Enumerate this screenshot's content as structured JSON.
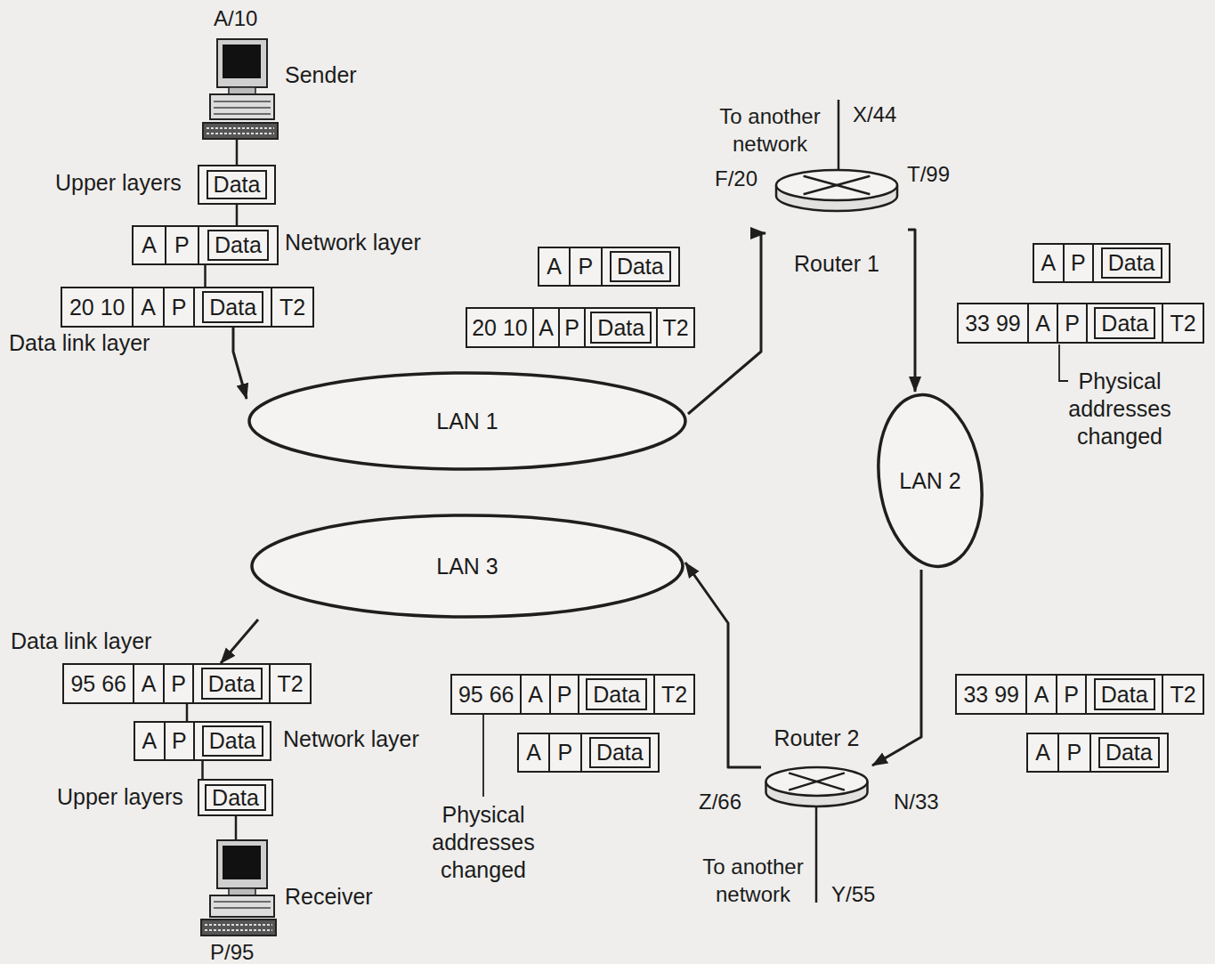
{
  "diagram": {
    "nodes": [
      {
        "text": [
          "Data"
        ]
      },
      {
        "text": [
          "A",
          "P",
          "Data"
        ]
      },
      {
        "text": [
          "20 10",
          "A",
          "P",
          "Data",
          "T2"
        ]
      },
      {
        "text": [
          "A",
          "P",
          "Data"
        ]
      },
      {
        "text": [
          "20 10",
          "A",
          "P",
          "Data",
          "T2"
        ]
      },
      {
        "text": [
          "Router 1"
        ]
      },
      {
        "text": [
          "A",
          "P",
          "Data"
        ]
      },
      {
        "text": [
          "33 99",
          "A",
          "P",
          "Data",
          "T2"
        ]
      },
      {
        "text": [
          "LAN 1"
        ]
      },
      {
        "text": [
          "LAN 2"
        ]
      },
      {
        "text": [
          "LAN 3"
        ]
      },
      {
        "text": [
          "95 66",
          "A",
          "P",
          "Data",
          "T2"
        ]
      },
      {
        "text": [
          "95 66",
          "A",
          "P",
          "Data",
          "T2"
        ]
      },
      {
        "text": [
          "33 99",
          "A",
          "P",
          "Data",
          "T2"
        ]
      },
      {
        "text": [
          "Router 2"
        ]
      },
      {
        "text": [
          "A",
          "P",
          "Data"
        ]
      },
      {
        "text": [
          "A",
          "P",
          "Data"
        ]
      },
      {
        "text": [
          "A",
          "P",
          "Data"
        ]
      },
      {
        "text": [
          "Data"
        ]
      }
    ],
    "edges": [
      {
        "from": 0,
        "to": 1,
        "arrow": "none"
      },
      {
        "from": 1,
        "to": 2,
        "arrow": "none"
      },
      {
        "from": 2,
        "to": 8,
        "arrow": "to"
      },
      {
        "from": 8,
        "to": 5,
        "arrow": "to"
      },
      {
        "from": 5,
        "to": 9,
        "arrow": "to"
      },
      {
        "from": 9,
        "to": 14,
        "arrow": "to"
      },
      {
        "from": 14,
        "to": 10,
        "arrow": "to"
      },
      {
        "from": 10,
        "to": 11,
        "arrow": "to"
      },
      {
        "from": 11,
        "to": 17,
        "arrow": "none"
      },
      {
        "from": 17,
        "to": 18,
        "arrow": "none"
      }
    ],
    "labels": [
      "A/10",
      "Sender",
      "Upper layers",
      "Network layer",
      "Data link layer",
      "To another network",
      "X/44",
      "F/20",
      "T/99",
      "Physical addresses changed",
      "Data link layer",
      "Network layer",
      "Upper layers",
      "Receiver",
      "P/95",
      "Physical addresses changed",
      "Z/66",
      "To another network",
      "N/33",
      "Y/55"
    ]
  }
}
